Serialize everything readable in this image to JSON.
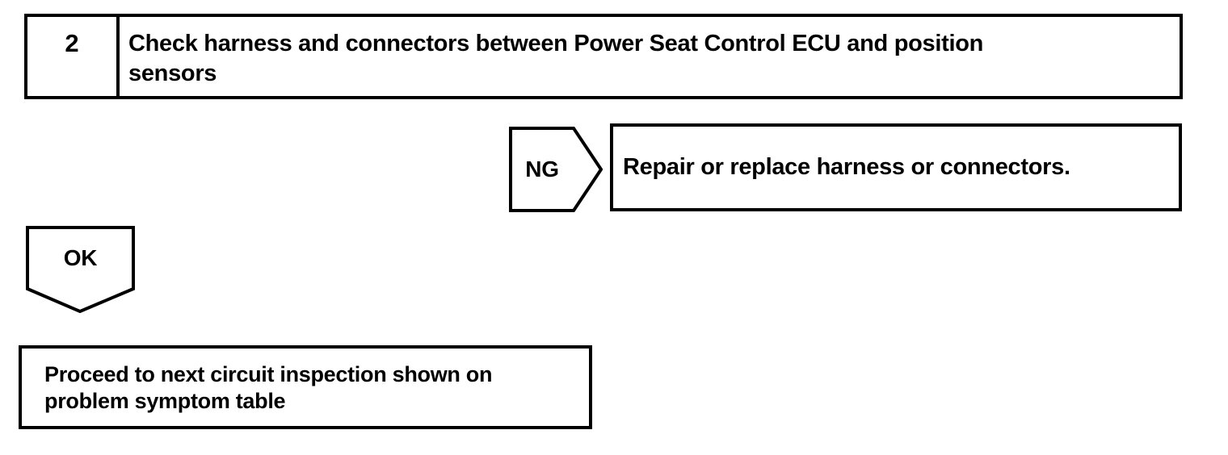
{
  "step": {
    "number": "2",
    "instruction_lines": [
      "Check harness and connectors between Power Seat Control ECU and position",
      "sensors"
    ]
  },
  "ng": {
    "label": "NG",
    "action_lines": [
      "Repair or replace harness or connectors."
    ]
  },
  "ok": {
    "label": "OK",
    "action_lines": [
      "Proceed to next circuit inspection shown on",
      "problem symptom table"
    ]
  },
  "colors": {
    "line": "#000000",
    "text": "#000000",
    "background": "#ffffff"
  }
}
